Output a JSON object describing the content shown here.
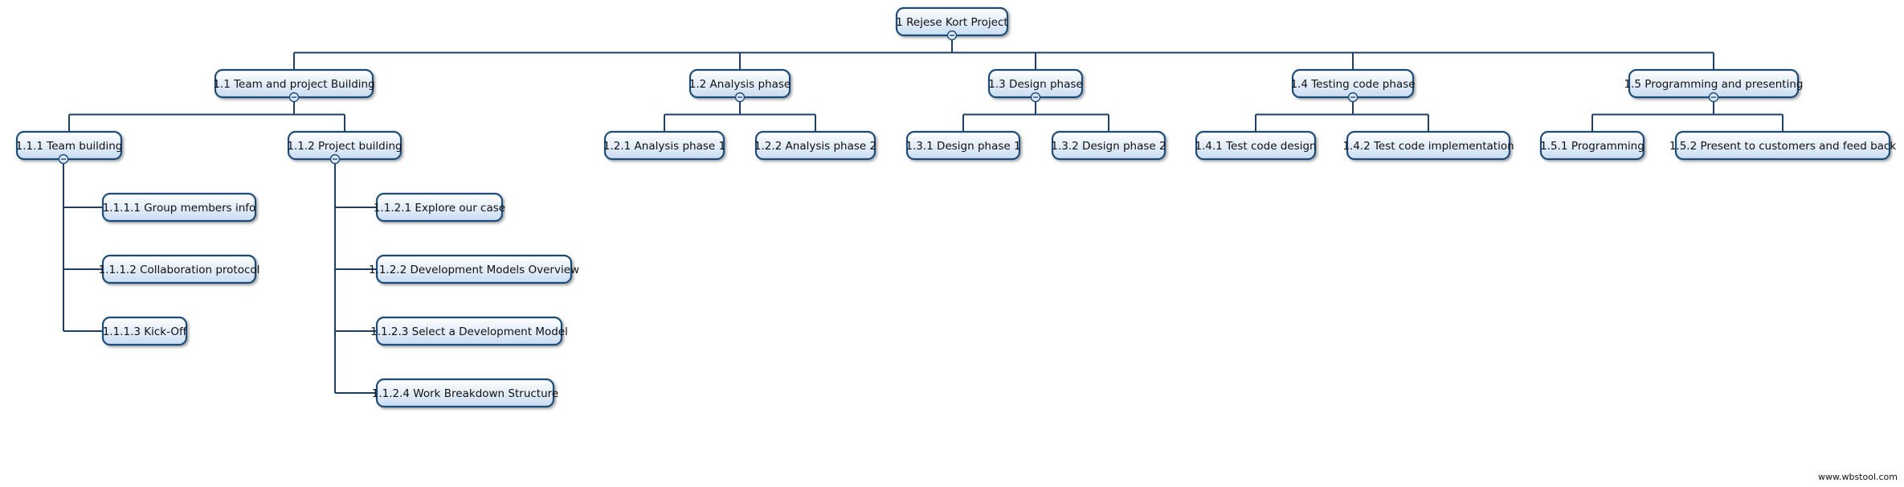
{
  "wbs": {
    "root": {
      "id": "1",
      "label": "1 Rejese Kort Project",
      "children": [
        {
          "id": "1.1",
          "label": "1.1 Team and project Building",
          "children": [
            {
              "id": "1.1.1",
              "label": "1.1.1 Team building",
              "children": [
                {
                  "id": "1.1.1.1",
                  "label": "1.1.1.1 Group members info"
                },
                {
                  "id": "1.1.1.2",
                  "label": "1.1.1.2 Collaboration protocol"
                },
                {
                  "id": "1.1.1.3",
                  "label": "1.1.1.3 Kick-Off"
                }
              ]
            },
            {
              "id": "1.1.2",
              "label": "1.1.2 Project building",
              "children": [
                {
                  "id": "1.1.2.1",
                  "label": "1.1.2.1 Explore our case"
                },
                {
                  "id": "1.1.2.2",
                  "label": "1.1.2.2 Development Models Overview"
                },
                {
                  "id": "1.1.2.3",
                  "label": "1.1.2.3 Select a Development Model"
                },
                {
                  "id": "1.1.2.4",
                  "label": "1.1.2.4 Work Breakdown Structure"
                }
              ]
            }
          ]
        },
        {
          "id": "1.2",
          "label": "1.2 Analysis phase",
          "children": [
            {
              "id": "1.2.1",
              "label": "1.2.1 Analysis phase 1"
            },
            {
              "id": "1.2.2",
              "label": "1.2.2 Analysis phase 2"
            }
          ]
        },
        {
          "id": "1.3",
          "label": "1.3 Design phase",
          "children": [
            {
              "id": "1.3.1",
              "label": "1.3.1 Design phase 1"
            },
            {
              "id": "1.3.2",
              "label": "1.3.2 Design phase 2"
            }
          ]
        },
        {
          "id": "1.4",
          "label": "1.4 Testing code phase",
          "children": [
            {
              "id": "1.4.1",
              "label": "1.4.1 Test code design"
            },
            {
              "id": "1.4.2",
              "label": "1.4.2 Test code implementation"
            }
          ]
        },
        {
          "id": "1.5",
          "label": "1.5 Programming and presenting",
          "children": [
            {
              "id": "1.5.1",
              "label": "1.5.1 Programming"
            },
            {
              "id": "1.5.2",
              "label": "1.5.2 Present to customers and feed back"
            }
          ]
        }
      ]
    }
  },
  "watermark": "www.wbstool.com",
  "colors": {
    "node_fill_top": "#ffffff",
    "node_fill_bottom": "#c9dcf2",
    "node_border": "#1f4e7a",
    "edge": "#1f3f66"
  }
}
